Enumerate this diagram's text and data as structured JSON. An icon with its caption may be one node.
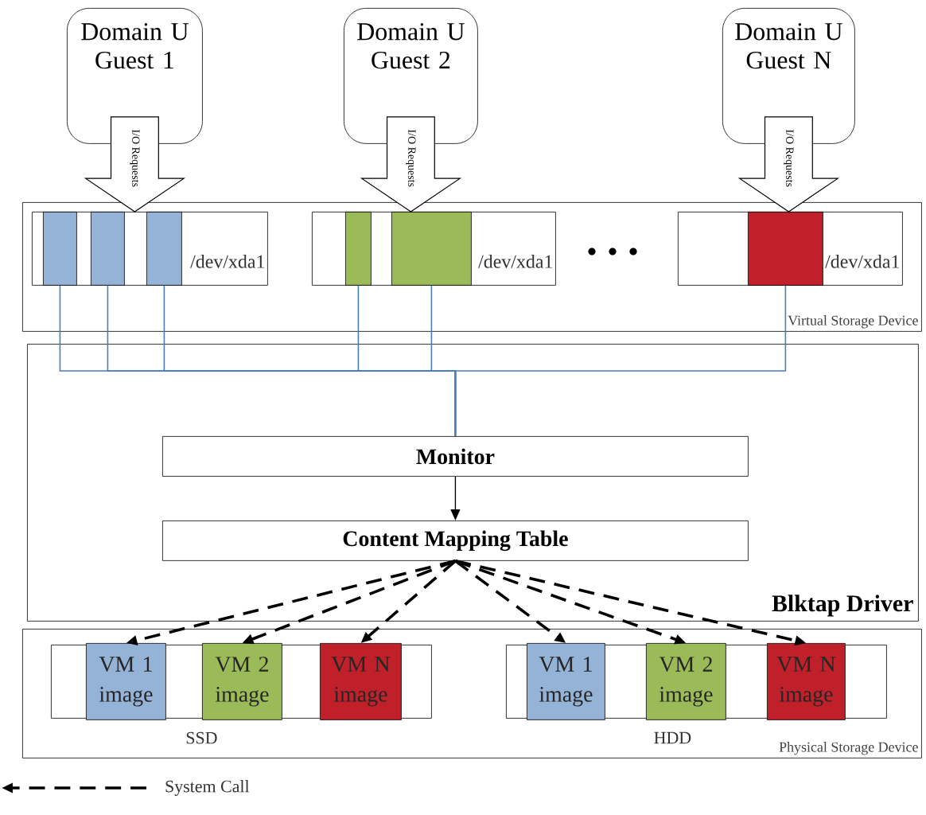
{
  "diagram": {
    "nodes": [
      {
        "text": [
          "Domain U Guest 1"
        ]
      },
      {
        "text": [
          "Domain U Guest 2"
        ]
      },
      {
        "text": [
          "Domain U Guest N"
        ]
      },
      {
        "text": [
          "Virtual Storage Device"
        ]
      },
      {
        "text": [
          "/dev/xda1"
        ],
        "in": 3
      },
      {
        "text": [],
        "shape": "box",
        "in": 4
      },
      {
        "text": [],
        "shape": "box",
        "in": 4
      },
      {
        "text": [],
        "shape": "box",
        "in": 4
      },
      {
        "text": [
          "/dev/xda1"
        ],
        "in": 3
      },
      {
        "text": [],
        "shape": "box",
        "in": 8
      },
      {
        "text": [],
        "shape": "box",
        "in": 8
      },
      {
        "text": [
          "/dev/xda1"
        ],
        "in": 3
      },
      {
        "text": [],
        "shape": "box",
        "in": 11
      },
      {
        "text": [
          "Blktap Driver"
        ]
      },
      {
        "text": [
          "Monitor"
        ],
        "in": 13
      },
      {
        "text": [
          "Content Mapping Table"
        ],
        "in": 13
      },
      {
        "text": [
          "Physical Storage Device"
        ]
      },
      {
        "text": [
          "SSD"
        ],
        "in": 16
      },
      {
        "text": [
          "VM 1 image"
        ],
        "in": 17
      },
      {
        "text": [
          "VM 2 image"
        ],
        "in": 17
      },
      {
        "text": [
          "VM N image"
        ],
        "in": 17
      },
      {
        "text": [
          "HDD"
        ],
        "in": 16
      },
      {
        "text": [
          "VM 1 image"
        ],
        "in": 21
      },
      {
        "text": [
          "VM 2 image"
        ],
        "in": 21
      },
      {
        "text": [
          "VM N image"
        ],
        "in": 21
      }
    ],
    "edges": [
      {
        "from": 0,
        "to": 4,
        "arrow": "to",
        "label": "I/O Requests",
        "style": "thick"
      },
      {
        "from": 1,
        "to": 8,
        "arrow": "to",
        "label": "I/O Requests",
        "style": "thick"
      },
      {
        "from": 2,
        "to": 11,
        "arrow": "to",
        "label": "I/O Requests",
        "style": "thick"
      },
      {
        "from": 5,
        "to": 14,
        "arrow": "none",
        "color": "#4a7ebb"
      },
      {
        "from": 6,
        "to": 14,
        "arrow": "none",
        "color": "#4a7ebb"
      },
      {
        "from": 7,
        "to": 14,
        "arrow": "none",
        "color": "#4a7ebb"
      },
      {
        "from": 9,
        "to": 14,
        "arrow": "none",
        "color": "#4a7ebb"
      },
      {
        "from": 10,
        "to": 14,
        "arrow": "none",
        "color": "#4a7ebb"
      },
      {
        "from": 12,
        "to": 14,
        "arrow": "none",
        "color": "#4a7ebb"
      },
      {
        "from": 14,
        "to": 15,
        "arrow": "to"
      },
      {
        "from": 15,
        "to": 18,
        "arrow": "to",
        "style": "dashed"
      },
      {
        "from": 15,
        "to": 19,
        "arrow": "to",
        "style": "dashed"
      },
      {
        "from": 15,
        "to": 20,
        "arrow": "to",
        "style": "dashed"
      },
      {
        "from": 15,
        "to": 22,
        "arrow": "to",
        "style": "dashed"
      },
      {
        "from": 15,
        "to": 23,
        "arrow": "to",
        "style": "dashed"
      },
      {
        "from": 15,
        "to": 24,
        "arrow": "to",
        "style": "dashed"
      }
    ],
    "legend": [
      {
        "text": "System Call"
      }
    ]
  }
}
